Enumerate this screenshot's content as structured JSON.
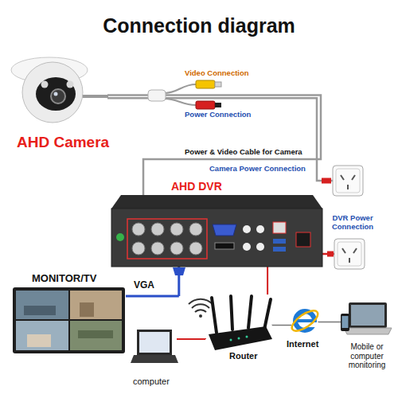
{
  "diagram": {
    "title": "Connection diagram",
    "nodes": [
      {
        "text": [
          "AHD Camera"
        ]
      },
      {
        "text": [
          "Camera Power Connection"
        ]
      },
      {
        "text": [
          "AHD DVR"
        ]
      },
      {
        "text": [
          "DVR Power Connection"
        ]
      },
      {
        "text": [
          "MONITOR/TV"
        ]
      },
      {
        "text": [
          "computer"
        ]
      },
      {
        "text": [
          "Router"
        ]
      },
      {
        "text": [
          "Internet"
        ]
      },
      {
        "text": [
          "Mobile or computer monitoring"
        ]
      }
    ],
    "edges": [
      {
        "from": 0,
        "to": 2,
        "arrow": "none",
        "label": "Power & Video Cable for Camera"
      },
      {
        "from": 0,
        "to": 1,
        "arrow": "none"
      },
      {
        "from": 2,
        "to": 3,
        "arrow": "none"
      },
      {
        "from": 2,
        "to": 4,
        "arrow": "none",
        "label": "VGA"
      },
      {
        "from": 2,
        "to": 6,
        "arrow": "none"
      },
      {
        "from": 6,
        "to": 5,
        "arrow": "none"
      },
      {
        "from": 6,
        "to": 7,
        "arrow": "none"
      },
      {
        "from": 7,
        "to": 8,
        "arrow": "none"
      }
    ],
    "labels": [
      "Video Connection",
      "Power Connection"
    ]
  }
}
